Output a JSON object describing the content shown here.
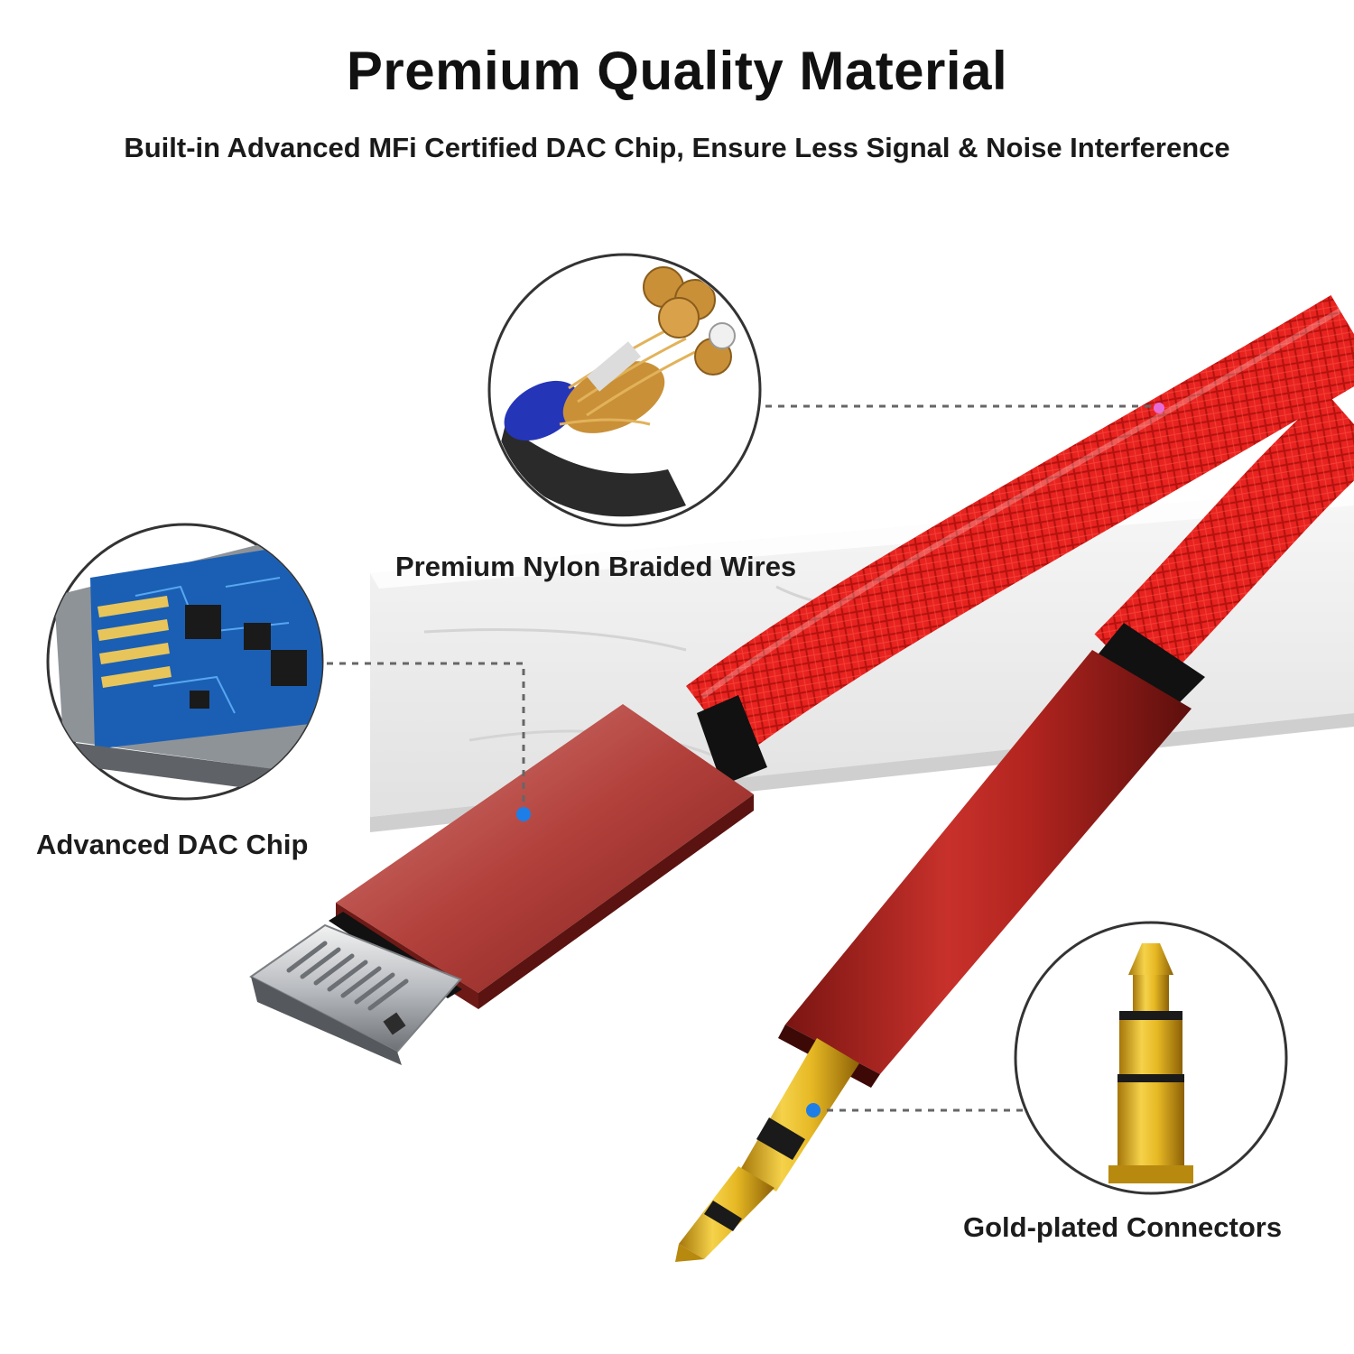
{
  "header": {
    "title": "Premium Quality Material",
    "subtitle": "Built-in Advanced MFi Certified DAC Chip, Ensure Less Signal & Noise Interference"
  },
  "callouts": {
    "braided_label": "Premium Nylon Braided Wires",
    "dac_label": "Advanced DAC Chip",
    "gold_label": "Gold-plated Connectors"
  },
  "icons": [
    "braided-wire-cross-section-icon",
    "dac-circuit-board-icon",
    "gold-plug-tip-icon"
  ],
  "colors": {
    "cable_red": "#e8231f",
    "connector_housing": "#a8332f",
    "gold_plating": "#e6b824",
    "callout_dot": "#1d7ee8",
    "callout_line": "#666666"
  }
}
